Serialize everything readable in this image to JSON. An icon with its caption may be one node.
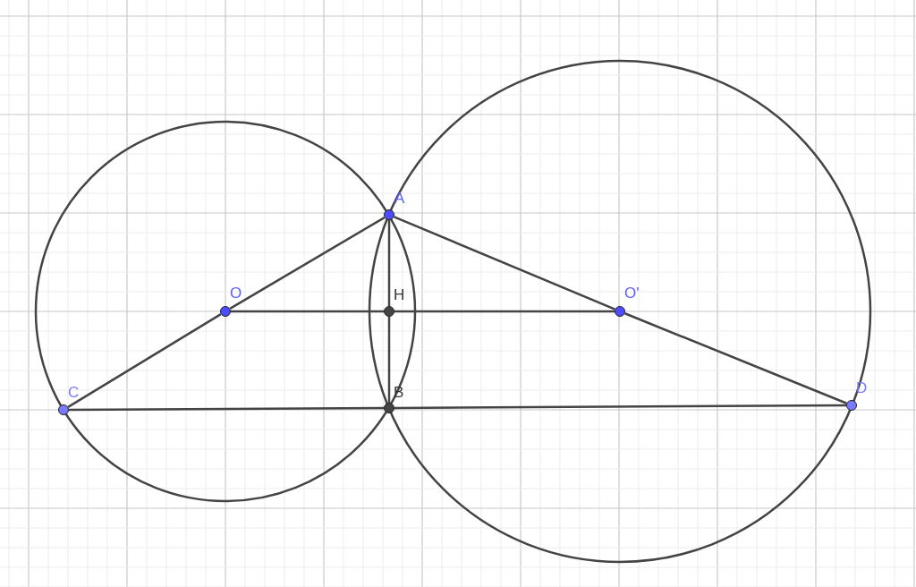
{
  "diagram": {
    "nodes": [
      {
        "text": [],
        "shape": "circle",
        "beside": [
          "A"
        ]
      },
      {
        "text": [],
        "shape": "circle",
        "beside": [
          "O"
        ]
      },
      {
        "text": [],
        "shape": "circle",
        "beside": [
          "H"
        ]
      },
      {
        "text": [],
        "shape": "circle",
        "beside": [
          "O'"
        ]
      },
      {
        "text": [],
        "shape": "circle",
        "beside": [
          "C"
        ]
      },
      {
        "text": [],
        "shape": "circle",
        "beside": [
          "B"
        ]
      },
      {
        "text": [],
        "shape": "circle",
        "beside": [
          "D"
        ]
      }
    ],
    "edges": [
      {
        "from": 4,
        "to": 1,
        "arrow": "none"
      },
      {
        "from": 1,
        "to": 0,
        "arrow": "none"
      },
      {
        "from": 0,
        "to": 3,
        "arrow": "none"
      },
      {
        "from": 3,
        "to": 6,
        "arrow": "none"
      },
      {
        "from": 4,
        "to": 5,
        "arrow": "none"
      },
      {
        "from": 5,
        "to": 6,
        "arrow": "none"
      },
      {
        "from": 1,
        "to": 2,
        "arrow": "none"
      },
      {
        "from": 2,
        "to": 3,
        "arrow": "none"
      },
      {
        "from": 0,
        "to": 2,
        "arrow": "none"
      },
      {
        "from": 2,
        "to": 5,
        "arrow": "none"
      }
    ]
  }
}
